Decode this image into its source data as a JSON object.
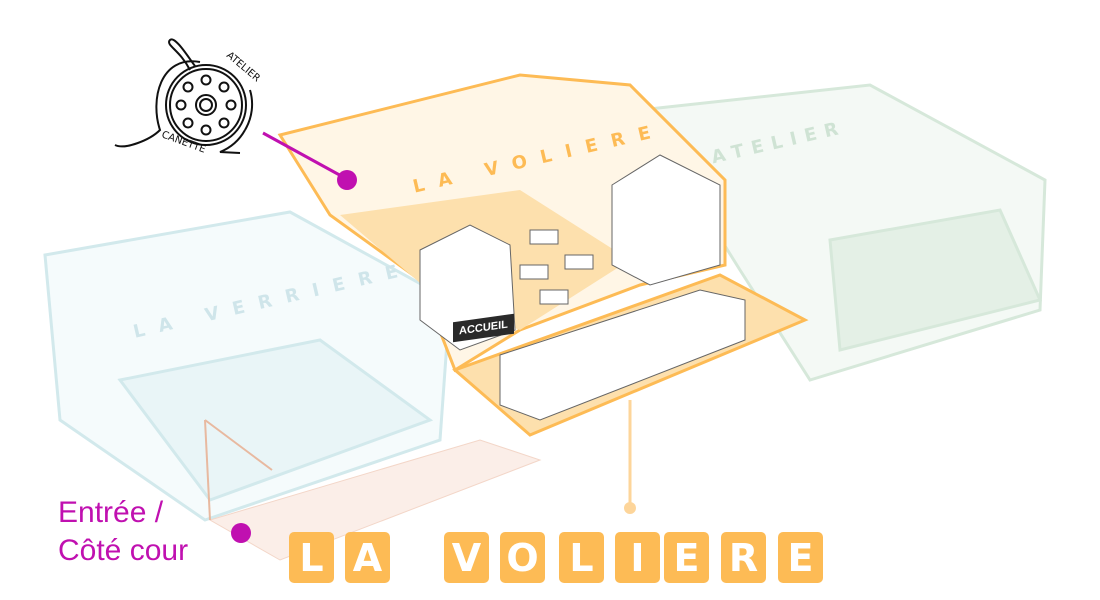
{
  "logo": {
    "top_text": "ATELIER",
    "bottom_text": "CANETTE"
  },
  "building_labels": {
    "voliere": "LA VOLIERE",
    "verriere": "LA VERRIERE",
    "atelier": "ATELIER",
    "accueil": "ACCUEIL"
  },
  "entrance": {
    "line1": "Entrée /",
    "line2": "Côté cour"
  },
  "title_tiles": [
    "L",
    "A",
    "V",
    "O",
    "L",
    "I",
    "E",
    "R",
    "E"
  ],
  "colors": {
    "accent": "#c010b0",
    "orange": "#fdbb55",
    "green": "#cfe3d4",
    "blue": "#cfe8ec"
  }
}
